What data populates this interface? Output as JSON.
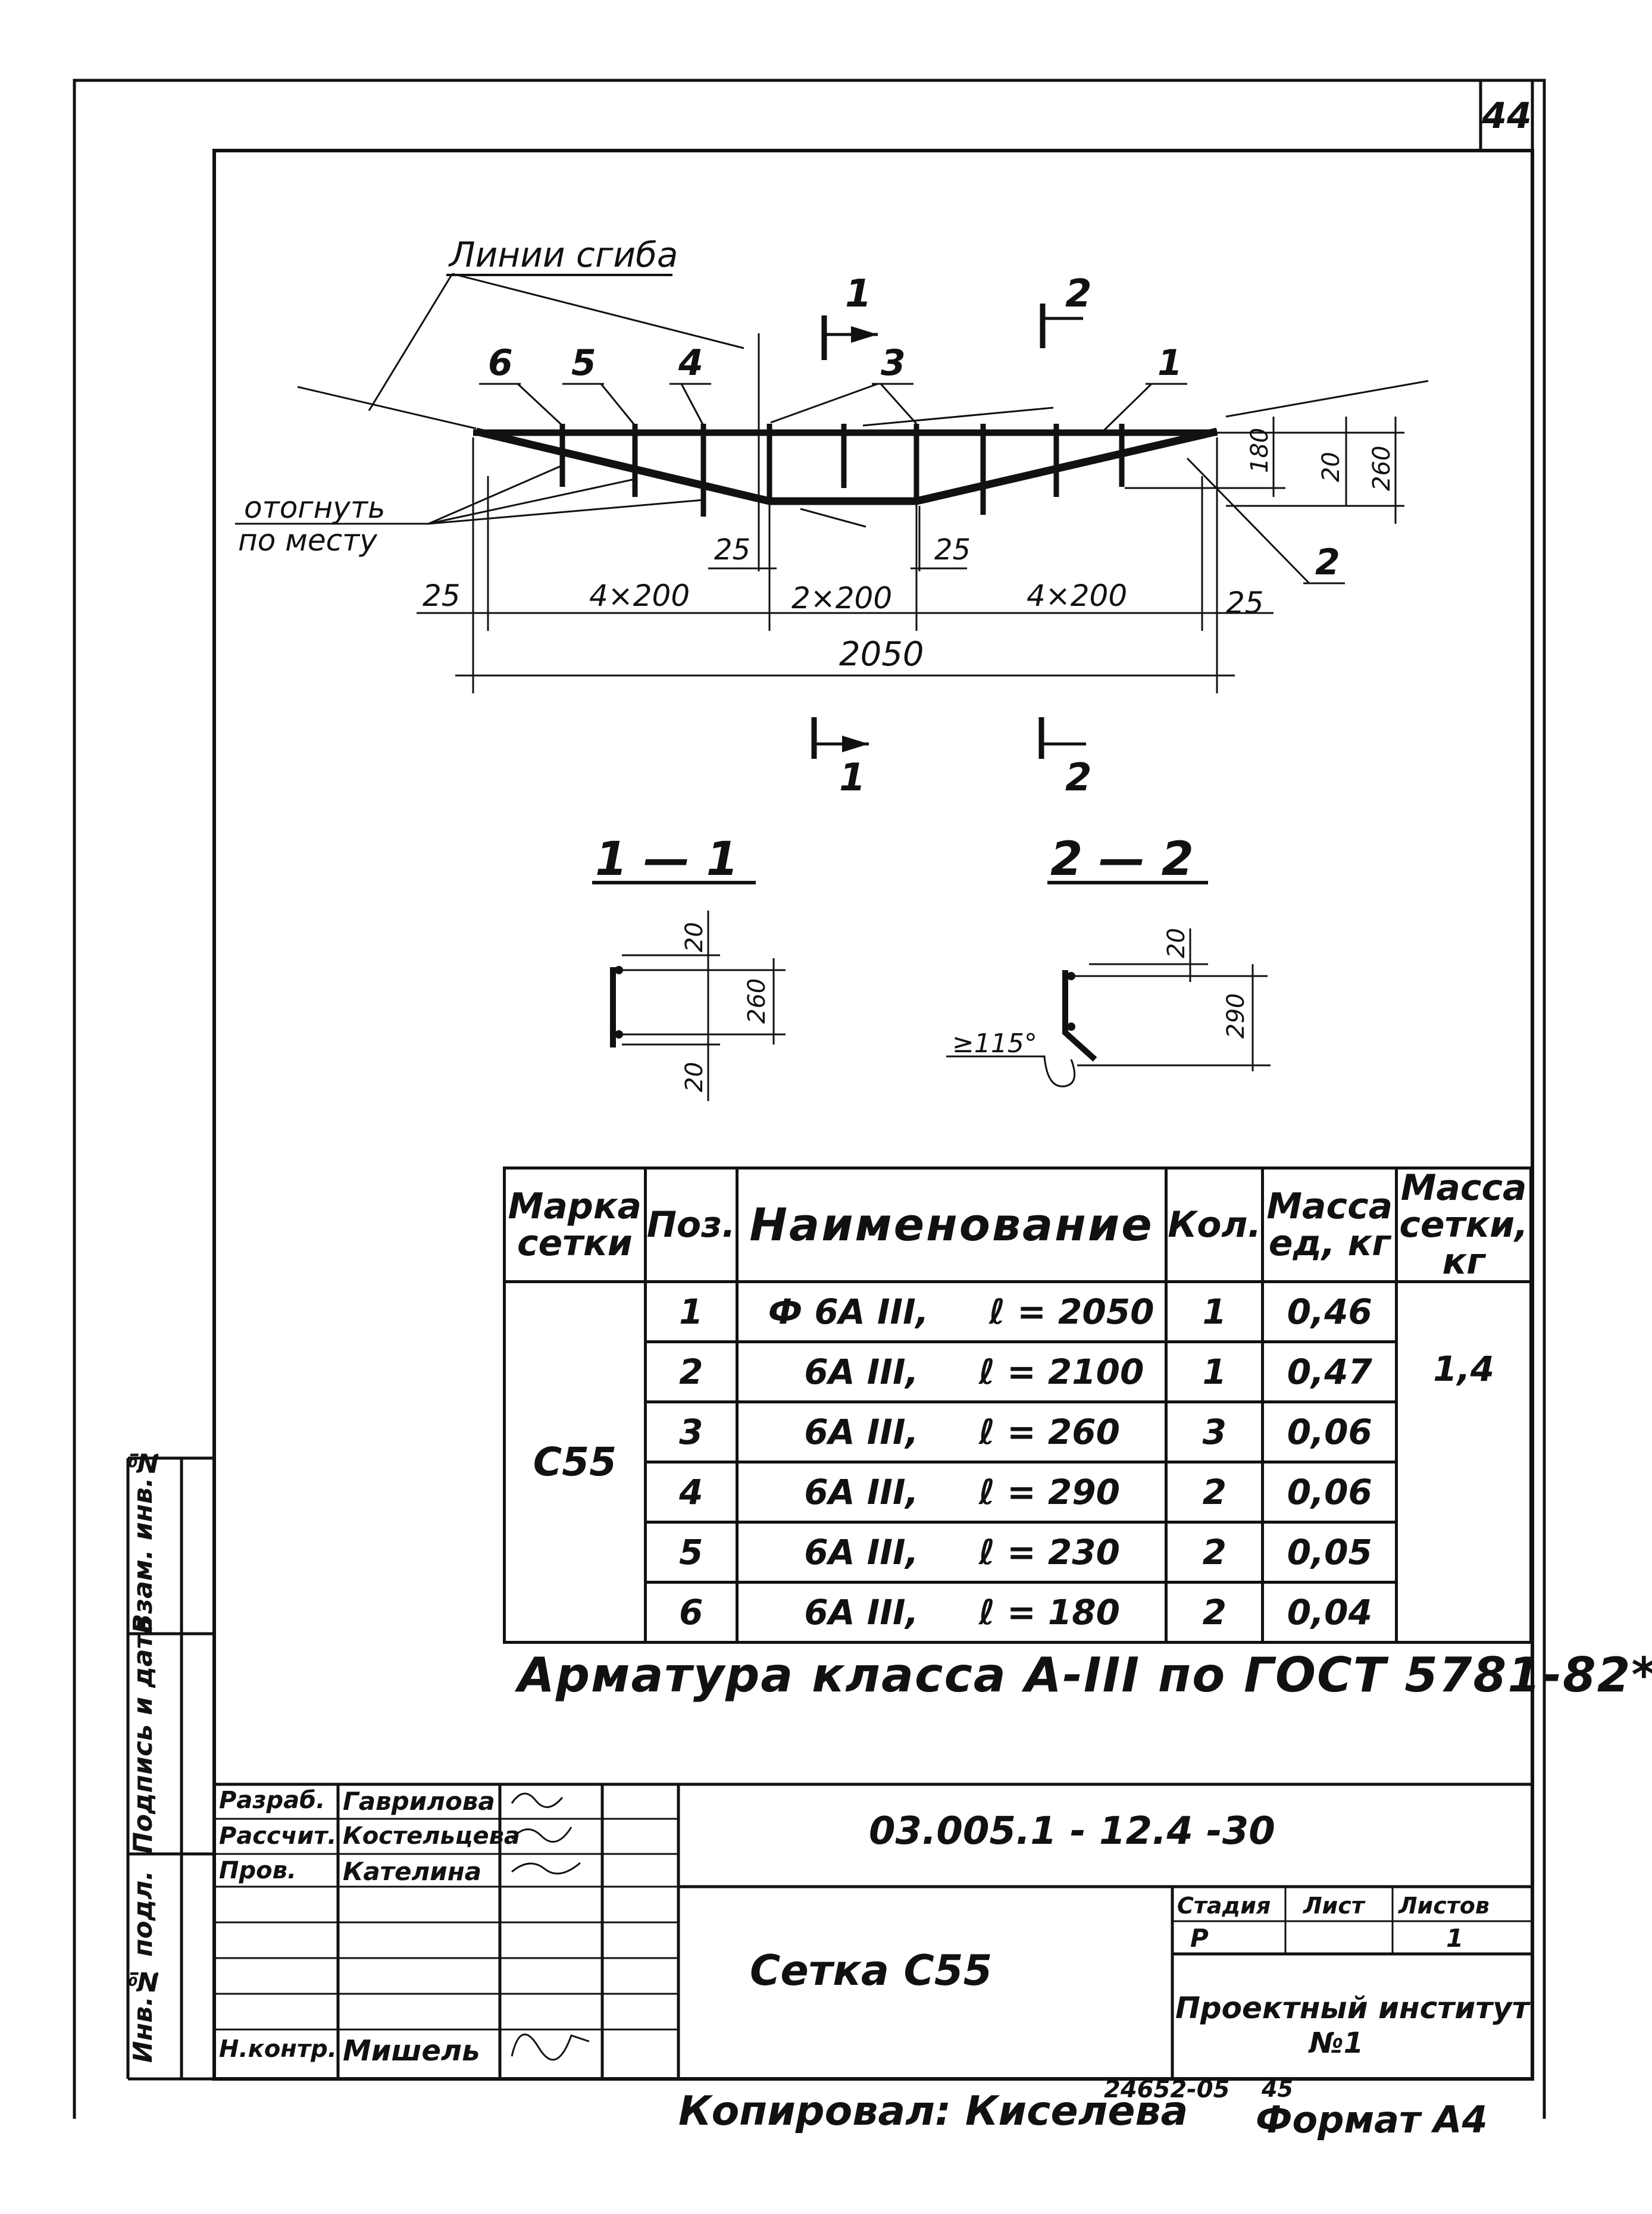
{
  "sheet_number": "44",
  "plan": {
    "bend_lines_label": "Линии сгиба",
    "bend_note_line1": "отогнуть",
    "bend_note_line2": "по месту",
    "position_marks": [
      "6",
      "5",
      "4",
      "3",
      "1",
      "2"
    ],
    "section_marks": [
      "1",
      "2",
      "1",
      "2"
    ],
    "dim_edge_left": "25",
    "dim_left_span": "4×200",
    "dim_mid_span": "2×200",
    "dim_right_span": "4×200",
    "dim_edge_right": "25",
    "dim_overall": "2050",
    "dim_bend_left": "25",
    "dim_bend_right": "25",
    "dim_vert_180": "180",
    "dim_vert_20": "20",
    "dim_vert_260": "260"
  },
  "sections": {
    "s1_title": "1 — 1",
    "s1_dim_top": "20",
    "s1_dim_height": "260",
    "s1_dim_bottom": "20",
    "s2_title": "2 — 2",
    "s2_dim_top": "20",
    "s2_dim_height": "290",
    "s2_angle": "≥115°"
  },
  "spec_table": {
    "headers": {
      "mark": "Марка сетки",
      "pos": "Поз.",
      "name": "Наименование",
      "qty": "Кол.",
      "mass_unit": "Масса ед, кг",
      "mass_mesh": "Масса сетки, кг"
    },
    "mesh_mark": "С55",
    "mesh_mass": "1,4",
    "rows": [
      {
        "pos": "1",
        "name": "Ф 6А III,     ℓ = 2050",
        "qty": "1",
        "mass": "0,46"
      },
      {
        "pos": "2",
        "name": "   6А III,     ℓ = 2100",
        "qty": "1",
        "mass": "0,47"
      },
      {
        "pos": "3",
        "name": "   6А III,     ℓ = 260",
        "qty": "3",
        "mass": "0,06"
      },
      {
        "pos": "4",
        "name": "   6А III,     ℓ = 290",
        "qty": "2",
        "mass": "0,06"
      },
      {
        "pos": "5",
        "name": "   6А III,     ℓ = 230",
        "qty": "2",
        "mass": "0,05"
      },
      {
        "pos": "6",
        "name": "   6А III,     ℓ = 180",
        "qty": "2",
        "mass": "0,04"
      }
    ]
  },
  "steel_note": "Арматура класса А-III по ГОСТ 5781-82*",
  "title_block": {
    "role_developed": "Разраб.",
    "name_developed": "Гаврилова",
    "role_calculated": "Рассчит.",
    "name_calculated": "Костельцева",
    "role_checked": "Пров.",
    "name_checked": "Кателина",
    "role_normcontrol": "Н.контр.",
    "name_normcontrol": "Мишель",
    "doc_code": "03.005.1 - 12.4 -30",
    "drawing_title": "Сетка  С55",
    "stage_label": "Стадия",
    "sheet_label": "Лист",
    "sheets_label": "Листов",
    "stage_value": "Р",
    "sheets_value": "1",
    "organization_line1": "Проектный институт",
    "organization_line2": "№1"
  },
  "side_stamp": {
    "inv_original": "Инв.№ подл.",
    "sign_date": "Подпись и дата",
    "replaces_inv": "Взам. инв.№"
  },
  "footer": {
    "copied_by": "Копировал: Киселева",
    "archive_number": "24652-05",
    "page_in_set": "45",
    "format": "Формат А4"
  }
}
